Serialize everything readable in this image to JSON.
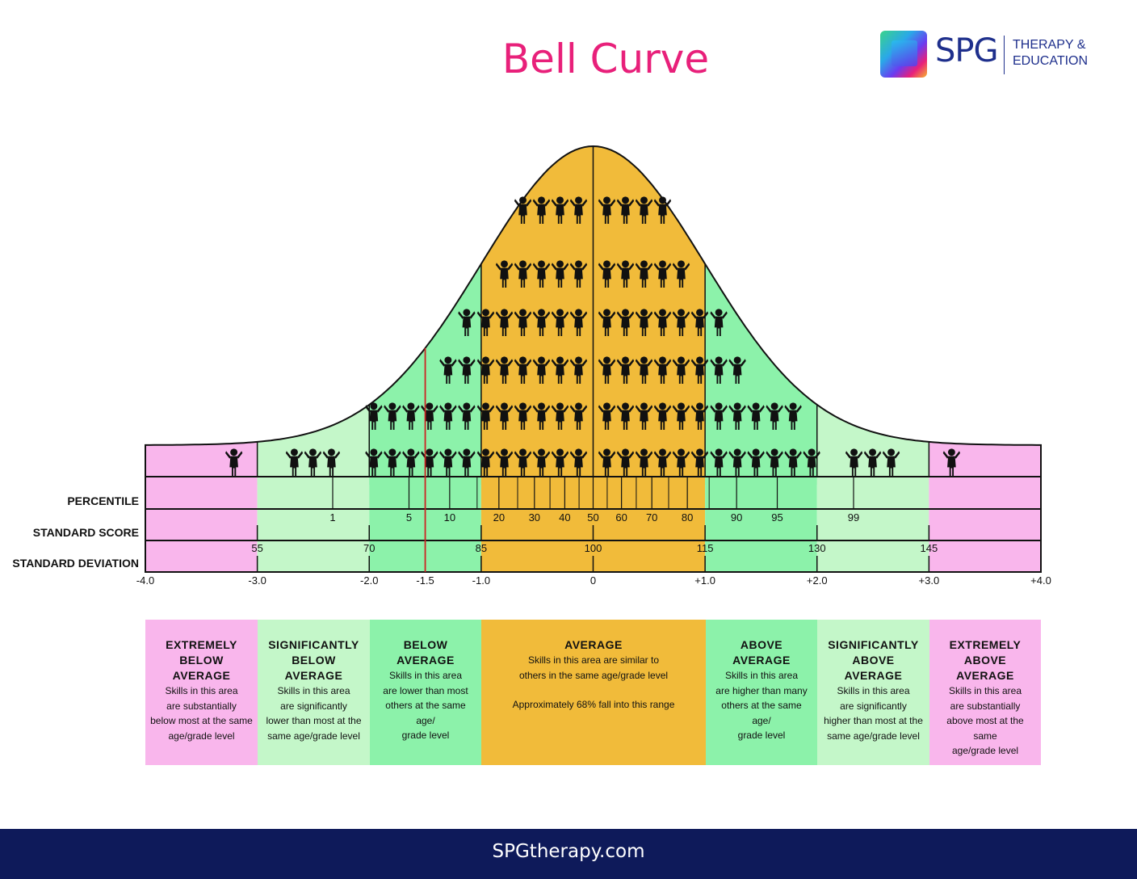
{
  "title": "Bell Curve",
  "logo": {
    "brand": "SPG",
    "tagline_line1": "THERAPY &",
    "tagline_line2": "EDUCATION"
  },
  "footer": {
    "url": "SPGtherapy.com"
  },
  "colors": {
    "extreme": "#f9b6ec",
    "significant": "#c4f7c9",
    "below_above": "#8cf2aa",
    "average": "#f1bb3a",
    "title": "#e8207a",
    "footer_bg": "#0e1a5a",
    "marker": "#cc2222"
  },
  "chart_data": {
    "type": "bell-curve",
    "title": "Bell Curve",
    "rows": [
      "PERCENTILE",
      "STANDARD SCORE",
      "STANDARD DEVIATION"
    ],
    "standard_deviation_ticks": [
      "-4.0",
      "-3.0",
      "-2.0",
      "-1.5",
      "-1.0",
      "0",
      "+1.0",
      "+2.0",
      "+3.0",
      "+4.0"
    ],
    "highlighted_sd": -1.5,
    "standard_scores": [
      {
        "sd": -3,
        "label": "55"
      },
      {
        "sd": -2,
        "label": "70"
      },
      {
        "sd": -1,
        "label": "85"
      },
      {
        "sd": 0,
        "label": "100"
      },
      {
        "sd": 1,
        "label": "115"
      },
      {
        "sd": 2,
        "label": "130"
      },
      {
        "sd": 3,
        "label": "145"
      }
    ],
    "percentiles": [
      {
        "value": 1,
        "label": "1"
      },
      {
        "value": 5,
        "label": "5"
      },
      {
        "value": 10,
        "label": "10"
      },
      {
        "value": 20,
        "label": "20"
      },
      {
        "value": 30,
        "label": "30"
      },
      {
        "value": 40,
        "label": "40"
      },
      {
        "value": 50,
        "label": "50"
      },
      {
        "value": 60,
        "label": "60"
      },
      {
        "value": 70,
        "label": "70"
      },
      {
        "value": 80,
        "label": "80"
      },
      {
        "value": 90,
        "label": "90"
      },
      {
        "value": 95,
        "label": "95"
      },
      {
        "value": 99,
        "label": "99"
      }
    ],
    "people_per_row_by_band": [
      {
        "band": "-4.0 to -3.0",
        "rows": [
          1
        ]
      },
      {
        "band": "-3.0 to -2.0",
        "rows": [
          3
        ]
      },
      {
        "band": "-2.0 to -1.0",
        "rows": [
          6,
          6,
          2,
          1
        ]
      },
      {
        "band": "-1.0 to 0",
        "rows": [
          6,
          6,
          6,
          6,
          5,
          4
        ]
      },
      {
        "band": "0 to +1.0",
        "rows": [
          6,
          6,
          6,
          6,
          5,
          4
        ]
      },
      {
        "band": "+1.0 to +2.0",
        "rows": [
          6,
          5,
          2,
          1
        ]
      },
      {
        "band": "+2.0 to +3.0",
        "rows": [
          3
        ]
      },
      {
        "band": "+3.0 to +4.0",
        "rows": [
          1
        ]
      }
    ]
  },
  "categories": [
    {
      "key": "extreme",
      "title": "EXTREMELY BELOW AVERAGE",
      "title_lines": [
        "EXTREMELY",
        "BELOW",
        "AVERAGE"
      ],
      "desc_lines": [
        "Skills in this area",
        "are substantially",
        "below most at the same",
        "age/grade level"
      ]
    },
    {
      "key": "significant",
      "title_lines": [
        "SIGNIFICANTLY",
        "BELOW",
        "AVERAGE"
      ],
      "desc_lines": [
        "Skills in this area",
        "are significantly",
        "lower than most at the",
        "same age/grade level"
      ]
    },
    {
      "key": "below_above",
      "title_lines": [
        "BELOW",
        "AVERAGE"
      ],
      "desc_lines": [
        "Skills in this area",
        "are lower than most",
        "others at the same age/",
        "grade level"
      ]
    },
    {
      "key": "average",
      "title_lines": [
        "AVERAGE"
      ],
      "desc_lines": [
        "Skills in this area are similar to",
        "others in the same age/grade level"
      ],
      "note": "Approximately 68% fall into this range"
    },
    {
      "key": "below_above",
      "title_lines": [
        "ABOVE",
        "AVERAGE"
      ],
      "desc_lines": [
        "Skills in this area",
        "are higher than many",
        "others at the same age/",
        "grade level"
      ]
    },
    {
      "key": "significant",
      "title_lines": [
        "SIGNIFICANTLY",
        "ABOVE",
        "AVERAGE"
      ],
      "desc_lines": [
        "Skills in this area",
        "are significantly",
        "higher than most at the",
        "same age/grade level"
      ]
    },
    {
      "key": "extreme",
      "title_lines": [
        "EXTREMELY",
        "ABOVE",
        "AVERAGE"
      ],
      "desc_lines": [
        "Skills in this area",
        "are substantially",
        "above most at the same",
        "age/grade level"
      ]
    }
  ]
}
